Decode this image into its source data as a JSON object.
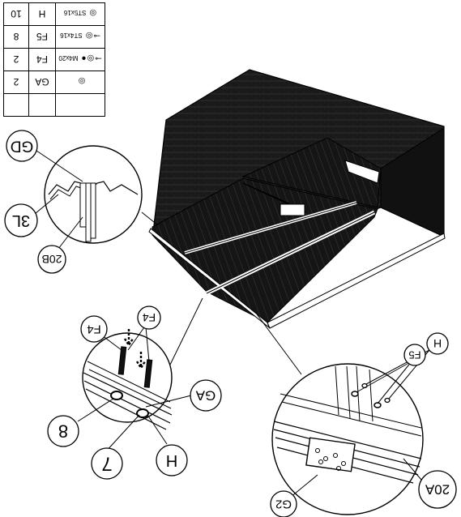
{
  "parts_table": {
    "rows": [
      {
        "icon": "washer-icon",
        "size": "",
        "code": "",
        "qty": ""
      },
      {
        "icon": "washer-icon",
        "size": "",
        "code": "GA",
        "qty": "2"
      },
      {
        "icon": "bolt-nut-washer-icon",
        "size": "M4x20",
        "code": "F4",
        "qty": "2"
      },
      {
        "icon": "bolt-washer-icon",
        "size": "ST4x16",
        "code": "F5",
        "qty": "8"
      },
      {
        "icon": "washer-icon",
        "size": "ST5x16",
        "code": "H",
        "qty": "10"
      }
    ]
  },
  "callouts": {
    "gd": "GD",
    "three_l": "3L",
    "twenty_b": "20B",
    "f4_left": "F4",
    "f4_right": "F4",
    "ga": "GA",
    "eight": "8",
    "seven": "7",
    "h_bottom": "H",
    "f5": "F5",
    "h_right": "H",
    "g2": "G2",
    "twenty_a": "20A"
  },
  "colors": {
    "ink": "#000000",
    "panel": "#1a1a1a",
    "paper": "#ffffff"
  }
}
